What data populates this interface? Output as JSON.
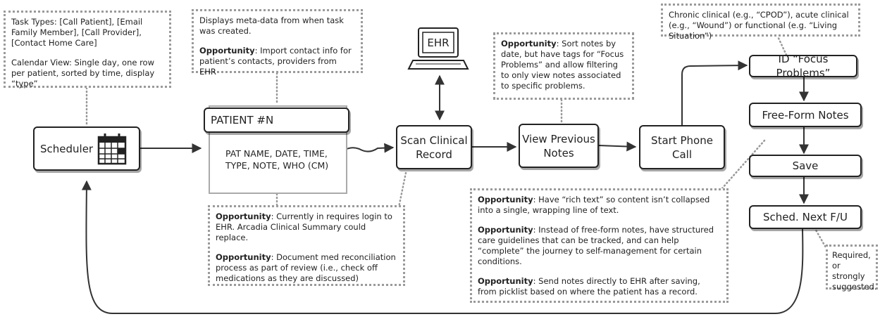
{
  "nodes": {
    "scheduler": "Scheduler",
    "patient_title": "PATIENT #N",
    "patient_fields": "PAT NAME, DATE, TIME, TYPE, NOTE, WHO (CM)",
    "scan": "Scan Clinical Record",
    "ehr": "EHR",
    "view_notes": "View Previous Notes",
    "start_call": "Start Phone Call",
    "focus": "ID “Focus Problems”",
    "freeform": "Free-Form Notes",
    "save": "Save",
    "sched_next": "Sched. Next F/U"
  },
  "notes": {
    "task_types": "Task Types: [Call Patient], [Email Family Member], [Call Provider], [Contact Home Care]",
    "calendar_view": "Calendar View: Single day, one row per patient, sorted by time, display “type”",
    "metadata": "Displays meta-data from when task was created.",
    "opp_label": "Opportunity",
    "metadata_opp": ": Import contact info for patient’s contacts, providers from EHR",
    "sort_opp": ": Sort notes by date, but have tags for “Focus Problems” and allow filtering to only view notes associated to specific problems.",
    "clinical_types": "Chronic clinical (e.g., “CPOD”), acute clinical (e.g., “Wound”) or functional (e.g. “Living Situation”)",
    "login_opp": ": Currently in requires login to EHR. Arcadia Clinical Summary could replace.",
    "med_opp": ": Document med reconciliation process as part of review (i.e., check off medications as they are discussed)",
    "richtext_opp": ": Have “rich text” so content isn’t collapsed into a single, wrapping line of text.",
    "structured_opp": ": Instead of free-form notes, have structured care guidelines that can be tracked, and can help “complete” the journey to self-management for certain conditions.",
    "send_opp": ": Send notes directly to EHR after saving, from picklist based on where the patient has a record.",
    "required": "Required, or strongly suggested."
  }
}
